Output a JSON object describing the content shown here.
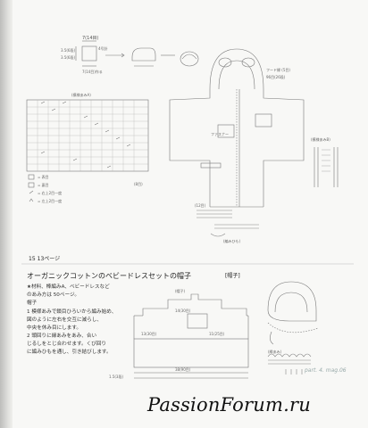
{
  "section": {
    "number": "15",
    "page_ref": "13ページ",
    "title": "オーガニックコットンのベビードレスセットの帽子",
    "tag": "[帽子]"
  },
  "instructions": {
    "materials": [
      "★材料、棒編みA、ベビードレスなど",
      "のあみ方は 50ページ。",
      "帽子"
    ],
    "steps": [
      "1  模様あみで鎖目ひろいから編み始め、",
      "図のように左右を交互に減らし、",
      "中央を休み目にします。",
      "2  頭回りに縁あみをあみ、合い",
      "じるしをとじ合わせます。くび回り",
      "に編みひもを通し、引き結びします。"
    ]
  },
  "diagram_labels": {
    "dec_width": "7(14目)",
    "rows_a": "3.5(6段)",
    "rows_b": "3.5(6段)",
    "mid_block": "4号針",
    "start": "7(14目)作る",
    "pattern_a": "(模様あみA)",
    "pattern_b": "(模様あみB)",
    "hood_note": "フード縁 (5目)",
    "hood_rows": "96目(26段)",
    "zipper": "ファスナー",
    "cord": "(編みひも)",
    "ref_box": "(12目)",
    "row_mark": "(8目)",
    "size_total": "38(90目)",
    "size_side": "13(30目)",
    "size_half": "11(25目)",
    "size_center": "14(30目)",
    "brim": "1.5(3段)",
    "legend_knit": "= 表目",
    "legend_purl": "= 裏目",
    "legend_slip": "= 右上2目一度",
    "legend_dec": "= 左上2目一度",
    "hat_label": "(帽子)",
    "edge_label": "(縁あみ)"
  },
  "credit": {
    "line1": "part. 4. mag.06"
  },
  "watermark": "PassionForum.ru"
}
